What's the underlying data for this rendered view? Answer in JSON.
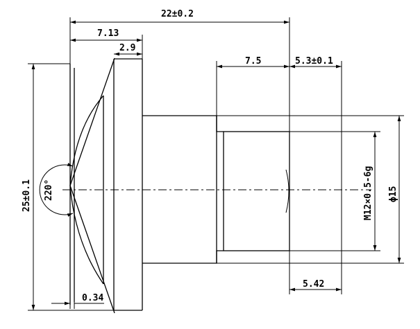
{
  "dimensions": {
    "overall_length": "22±0.2",
    "front_to_flange": "7.13",
    "flange_width": "2.9",
    "thread_length": "7.5",
    "rear_extension": "5.3±0.1",
    "outer_diameter": "25±0.1",
    "view_angle": "220°",
    "front_offset": "0.34",
    "thread_spec": "M12×0.5-6g",
    "mount_diameter": "ϕ15",
    "back_focal": "5.42"
  }
}
